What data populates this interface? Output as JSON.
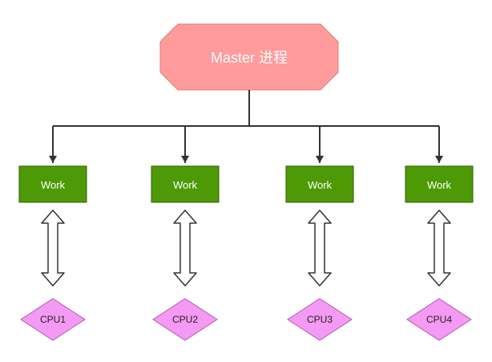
{
  "master": {
    "label": "Master 进程"
  },
  "workers": [
    {
      "label": "Work",
      "cpu_label": "CPU1"
    },
    {
      "label": "Work",
      "cpu_label": "CPU2"
    },
    {
      "label": "Work",
      "cpu_label": "CPU3"
    },
    {
      "label": "Work",
      "cpu_label": "CPU4"
    }
  ],
  "colors": {
    "master_fill": "#FF9B9B",
    "master_stroke": "#E07C7C",
    "work_fill": "#4E9A06",
    "work_stroke": "#2E5F03",
    "cpu_fill": "#F49AF4",
    "cpu_stroke": "#B05CB0",
    "connector": "#333333",
    "text_light": "#FFFFFF",
    "text_dark": "#222222"
  }
}
